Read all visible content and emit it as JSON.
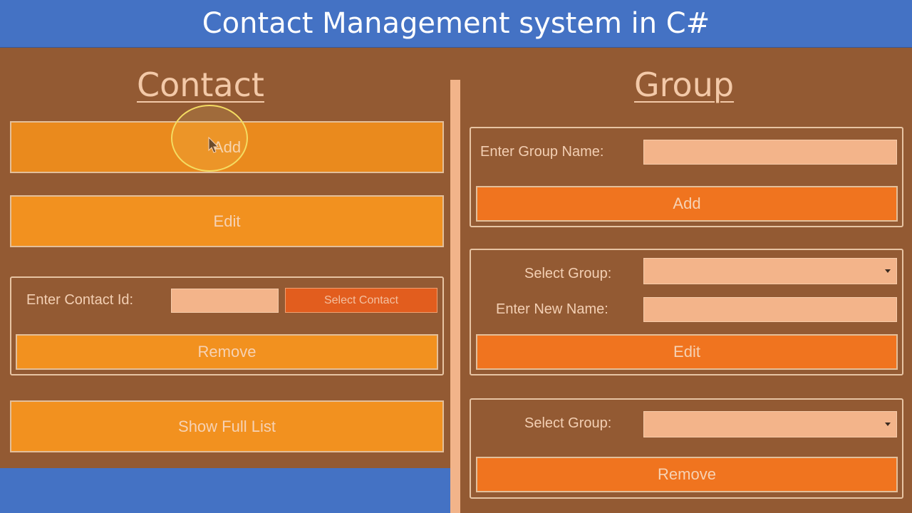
{
  "title": "Contact Management system in C#",
  "contact": {
    "heading": "Contact",
    "add_label": "Add",
    "edit_label": "Edit",
    "contact_id_label": "Enter Contact Id:",
    "contact_id_value": "",
    "select_contact_label": "Select Contact",
    "remove_label": "Remove",
    "show_list_label": "Show Full List"
  },
  "group": {
    "heading": "Group",
    "add_section": {
      "name_label": "Enter Group Name:",
      "name_value": "",
      "add_label": "Add"
    },
    "edit_section": {
      "select_label": "Select Group:",
      "select_value": "",
      "new_name_label": "Enter New Name:",
      "new_name_value": "",
      "edit_label": "Edit"
    },
    "remove_section": {
      "select_label": "Select Group:",
      "select_value": "",
      "remove_label": "Remove"
    }
  },
  "colors": {
    "background": "#935a33",
    "button_orange": "#f2911f",
    "button_red": "#f0741f",
    "title_bar": "#4472c4"
  },
  "icons": {
    "dropdown": "chevron-down-icon",
    "cursor": "mouse-pointer-icon"
  }
}
